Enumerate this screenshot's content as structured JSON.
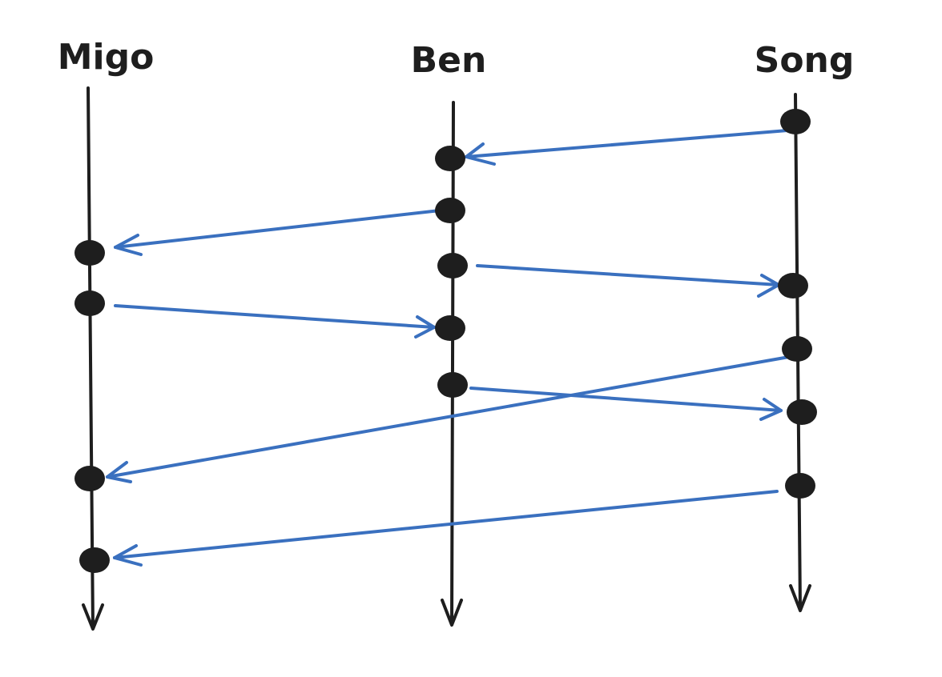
{
  "lanes": [
    {
      "name": "Migo"
    },
    {
      "name": "Ben"
    },
    {
      "name": "Song"
    }
  ],
  "colors": {
    "timeline": "#1e1e1e",
    "message": "#3a70bf",
    "background": "#ffffff"
  }
}
